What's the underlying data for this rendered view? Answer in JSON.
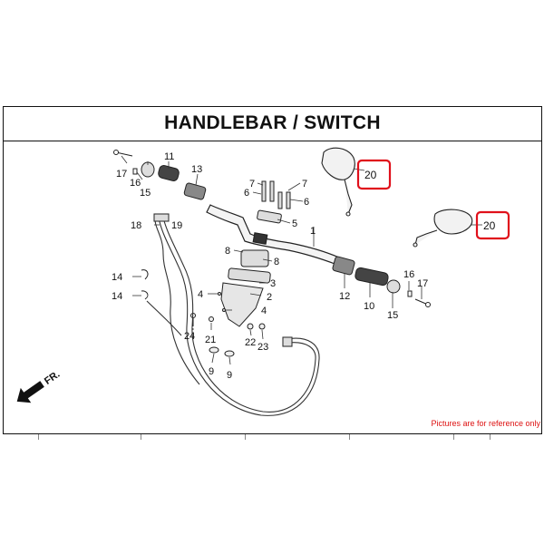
{
  "title": "HANDLEBAR / SWITCH",
  "direction_label": "FR.",
  "note": "Pictures are for reference only",
  "highlight_color": "#e0101b",
  "parts": {
    "p1": "1",
    "p2": "2",
    "p3": "3",
    "p4a": "4",
    "p4b": "4",
    "p5": "5",
    "p6a": "6",
    "p6b": "6",
    "p7a": "7",
    "p7b": "7",
    "p8a": "8",
    "p8b": "8",
    "p9a": "9",
    "p9b": "9",
    "p10": "10",
    "p11": "11",
    "p12": "12",
    "p13": "13",
    "p14a": "14",
    "p14b": "14",
    "p15a": "15",
    "p15b": "15",
    "p16a": "16",
    "p16b": "16",
    "p17a": "17",
    "p17b": "17",
    "p18": "18",
    "p19": "19",
    "p20a": "20",
    "p20b": "20",
    "p21": "21",
    "p22": "22",
    "p23": "23",
    "p24": "24"
  }
}
